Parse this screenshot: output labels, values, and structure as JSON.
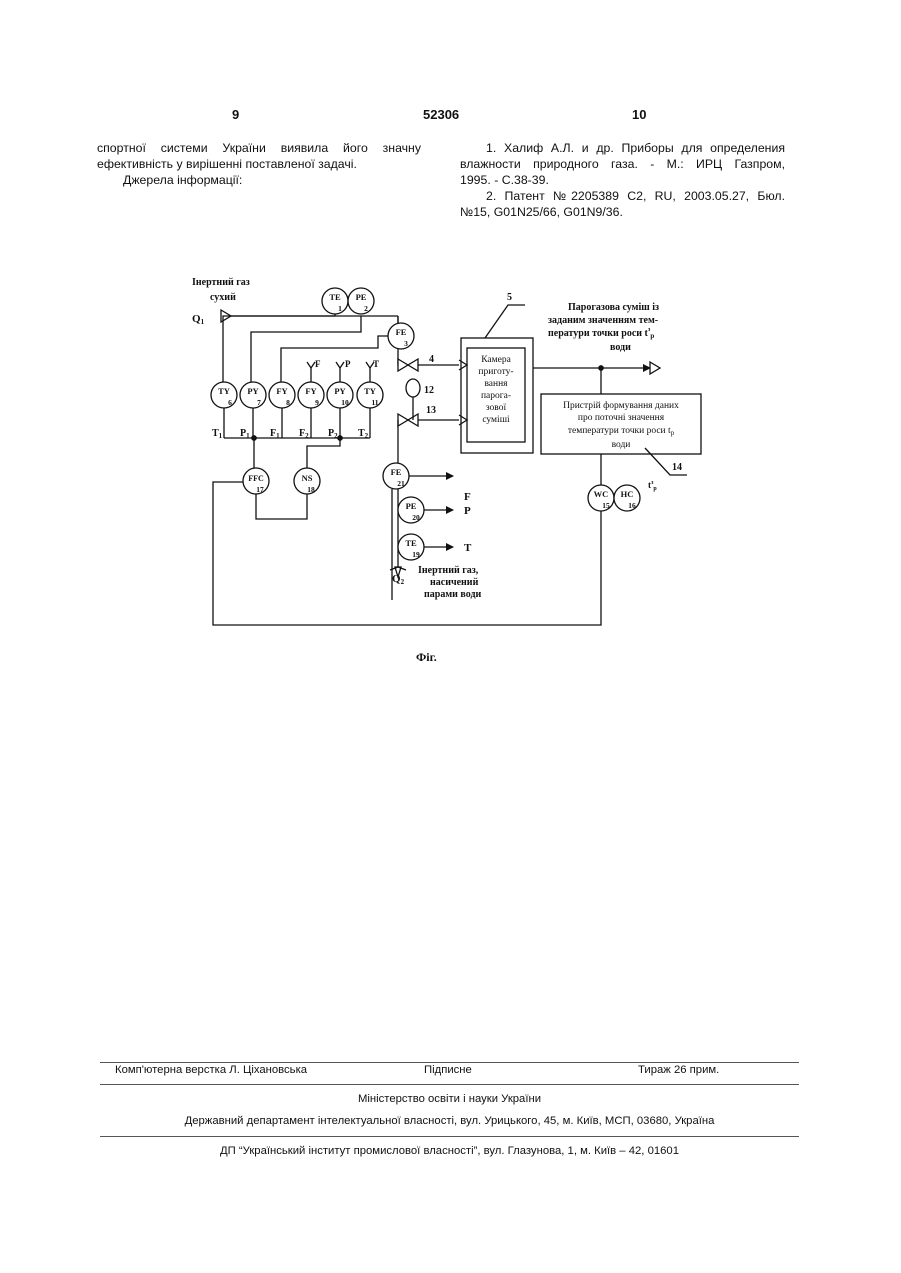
{
  "header": {
    "left_page": "9",
    "doc_number": "52306",
    "right_page": "10"
  },
  "left_column": [
    "спортної системи України виявила його значну",
    "ефективність у вирішенні поставленої задачі.",
    "Джерела інформації:"
  ],
  "right_column": [
    "1. Халиф А.Л. и др. Приборы для определения",
    "влажности природного газа. - М.: ИРЦ Газпром,",
    "1995. - С.38-39.",
    "2. Патент №2205389 С2, RU, 2003.05.27, Бюл.",
    "№15, G01N25/66, G01N9/36."
  ],
  "diagram": {
    "inert_gas_dry": [
      "Інертний газ",
      "сухий"
    ],
    "q1": "Q",
    "q1_sub": "1",
    "q2": "Q",
    "q2_sub": "2",
    "output_mixture": [
      "Парогазова суміш із",
      "заданим значенням тем-",
      "ператури точки роси t",
      "води"
    ],
    "output_sup": "з",
    "output_sub": "р",
    "chamber": [
      "Камера",
      "приготу-",
      "вання",
      "парога-",
      "зової",
      "суміші"
    ],
    "device": [
      "Пристрій формування даних",
      "про поточні значення",
      "температури точки роси  t",
      "води"
    ],
    "device_sub": "р",
    "inert_gas_saturated": [
      "Інертний газ,",
      "насичений",
      "парами води"
    ],
    "tp_label": "t",
    "tp_sup": "з",
    "tp_sub": "р",
    "label_5": "5",
    "label_4": "4",
    "label_12": "12",
    "label_13": "13",
    "label_14": "14",
    "outputs": [
      "F",
      "P",
      "T"
    ],
    "taps": [
      "F",
      "P",
      "T"
    ],
    "bus_labels": [
      {
        "t": "T",
        "s": "1"
      },
      {
        "t": "P",
        "s": "1"
      },
      {
        "t": "F",
        "s": "1"
      },
      {
        "t": "F",
        "s": "2"
      },
      {
        "t": "P",
        "s": "2"
      },
      {
        "t": "T",
        "s": "2"
      }
    ],
    "instruments": {
      "te1": {
        "tag": "TE",
        "num": "1"
      },
      "pe2": {
        "tag": "PE",
        "num": "2"
      },
      "fe3": {
        "tag": "FE",
        "num": "3"
      },
      "ty6": {
        "tag": "TY",
        "num": "6"
      },
      "py7": {
        "tag": "PY",
        "num": "7"
      },
      "fy8": {
        "tag": "FY",
        "num": "8"
      },
      "fy9": {
        "tag": "FY",
        "num": "9"
      },
      "py10": {
        "tag": "PY",
        "num": "10"
      },
      "ty11": {
        "tag": "TY",
        "num": "11"
      },
      "ffc17": {
        "tag": "FFC",
        "num": "17"
      },
      "ns18": {
        "tag": "NS",
        "num": "18"
      },
      "fe21": {
        "tag": "FE",
        "num": "21"
      },
      "pe20": {
        "tag": "PE",
        "num": "20"
      },
      "te19": {
        "tag": "TE",
        "num": "19"
      },
      "wc15": {
        "tag": "WC",
        "num": "15"
      },
      "hc16": {
        "tag": "HC",
        "num": "16"
      }
    }
  },
  "figure_caption": "Фіг.",
  "footer": {
    "layout": "Комп'ютерна верстка Л. Ціхановська",
    "signed": "Підписне",
    "circulation": "Тираж 26 прим.",
    "ministry": "Міністерство освіти і науки України",
    "department": "Державний департамент інтелектуальної власності, вул. Урицького, 45, м. Київ, МСП, 03680, Україна",
    "institute": "ДП “Український інститут промислової власності”, вул. Глазунова, 1, м. Київ – 42, 01601"
  }
}
